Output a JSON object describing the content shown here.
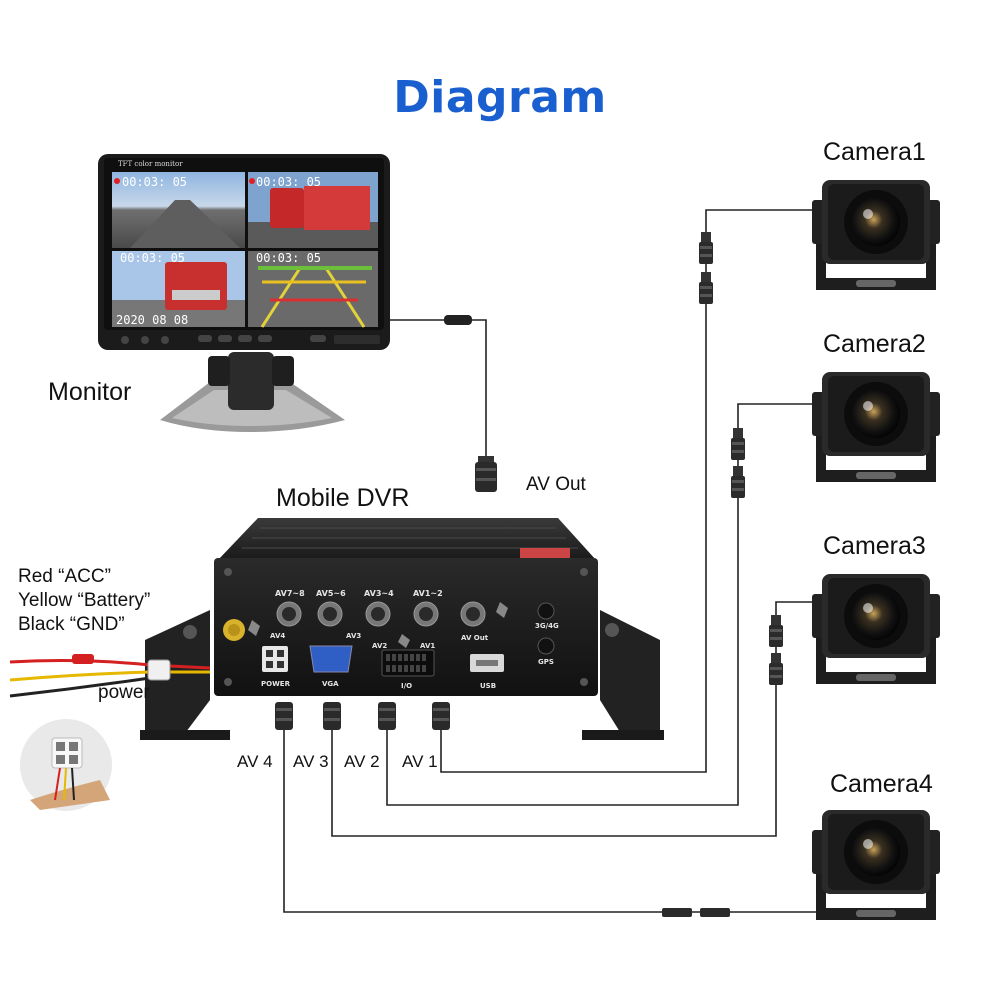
{
  "title": "Diagram",
  "labels": {
    "monitor": "Monitor",
    "dvr": "Mobile DVR",
    "av_out": "AV Out",
    "power": "power",
    "camera1": "Camera1",
    "camera2": "Camera2",
    "camera3": "Camera3",
    "camera4": "Camera4",
    "av4": "AV 4",
    "av3": "AV 3",
    "av2": "AV 2",
    "av1": "AV 1"
  },
  "wiring": {
    "red": "Red  “ACC”",
    "yellow": "Yellow  “Battery”",
    "black": "Black  “GND”"
  },
  "monitor_screen": {
    "header": "TFT color monitor",
    "quad1_time": "00:03: 05",
    "quad2_time": "00:03: 05",
    "quad3_time": "00:03: 05",
    "quad4_time": "00:03: 05",
    "date": "2020 08 08"
  },
  "dvr_panel": {
    "av78": "AV7~8",
    "av56": "AV5~6",
    "av34": "AV3~4",
    "av12": "AV1~2",
    "av4": "AV4",
    "av3": "AV3",
    "av2": "AV2",
    "av1": "AV1",
    "avout": "AV Out",
    "g34": "3G/4G",
    "gps": "GPS",
    "power": "POWER",
    "vga": "VGA",
    "io": "I/O",
    "usb": "USB"
  },
  "colors": {
    "title": "#1a5fd0",
    "cable": "#222222",
    "wire_red": "#d42020",
    "wire_yellow": "#e6b800",
    "wire_black": "#222222"
  }
}
